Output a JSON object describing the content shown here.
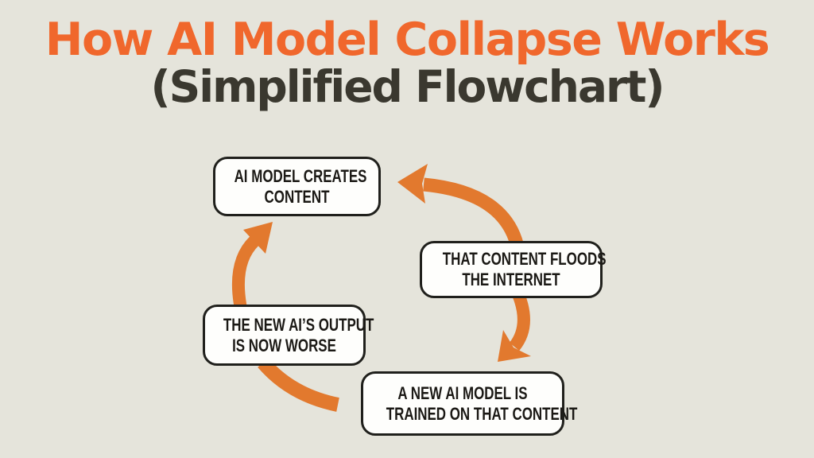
{
  "title": {
    "heading": "How AI Model Collapse Works",
    "subheading": "(Simplified Flowchart)"
  },
  "flowchart": {
    "nodes": [
      {
        "id": "ai-creates-content",
        "line1": "AI MODEL CREATES",
        "line2": "CONTENT"
      },
      {
        "id": "content-floods-internet",
        "line1": "THAT CONTENT FLOODS",
        "line2": "THE INTERNET"
      },
      {
        "id": "new-ai-output-worse",
        "line1": "THE NEW AI’S OUTPUT",
        "line2": "IS NOW WORSE"
      },
      {
        "id": "new-ai-trained",
        "line1": "A NEW AI MODEL IS",
        "line2": "TRAINED ON THAT CONTENT"
      }
    ],
    "connectors": [
      {
        "from": "content-floods-internet",
        "to": "ai-creates-content",
        "arrowhead": true
      },
      {
        "from": "content-floods-internet",
        "to": "new-ai-trained",
        "arrowhead": true
      },
      {
        "from": "new-ai-trained",
        "to": "new-ai-output-worse",
        "arrowhead": false
      },
      {
        "from": "new-ai-output-worse",
        "to": "ai-creates-content",
        "arrowhead": true
      }
    ]
  },
  "colors": {
    "background": "#E5E4DB",
    "title_orange": "#F0672C",
    "subtitle_gray": "#3A382F",
    "arrow_orange": "#E2792E",
    "box_fill": "#FEFEFC",
    "box_border": "#20201C",
    "box_text": "#1B1915"
  }
}
